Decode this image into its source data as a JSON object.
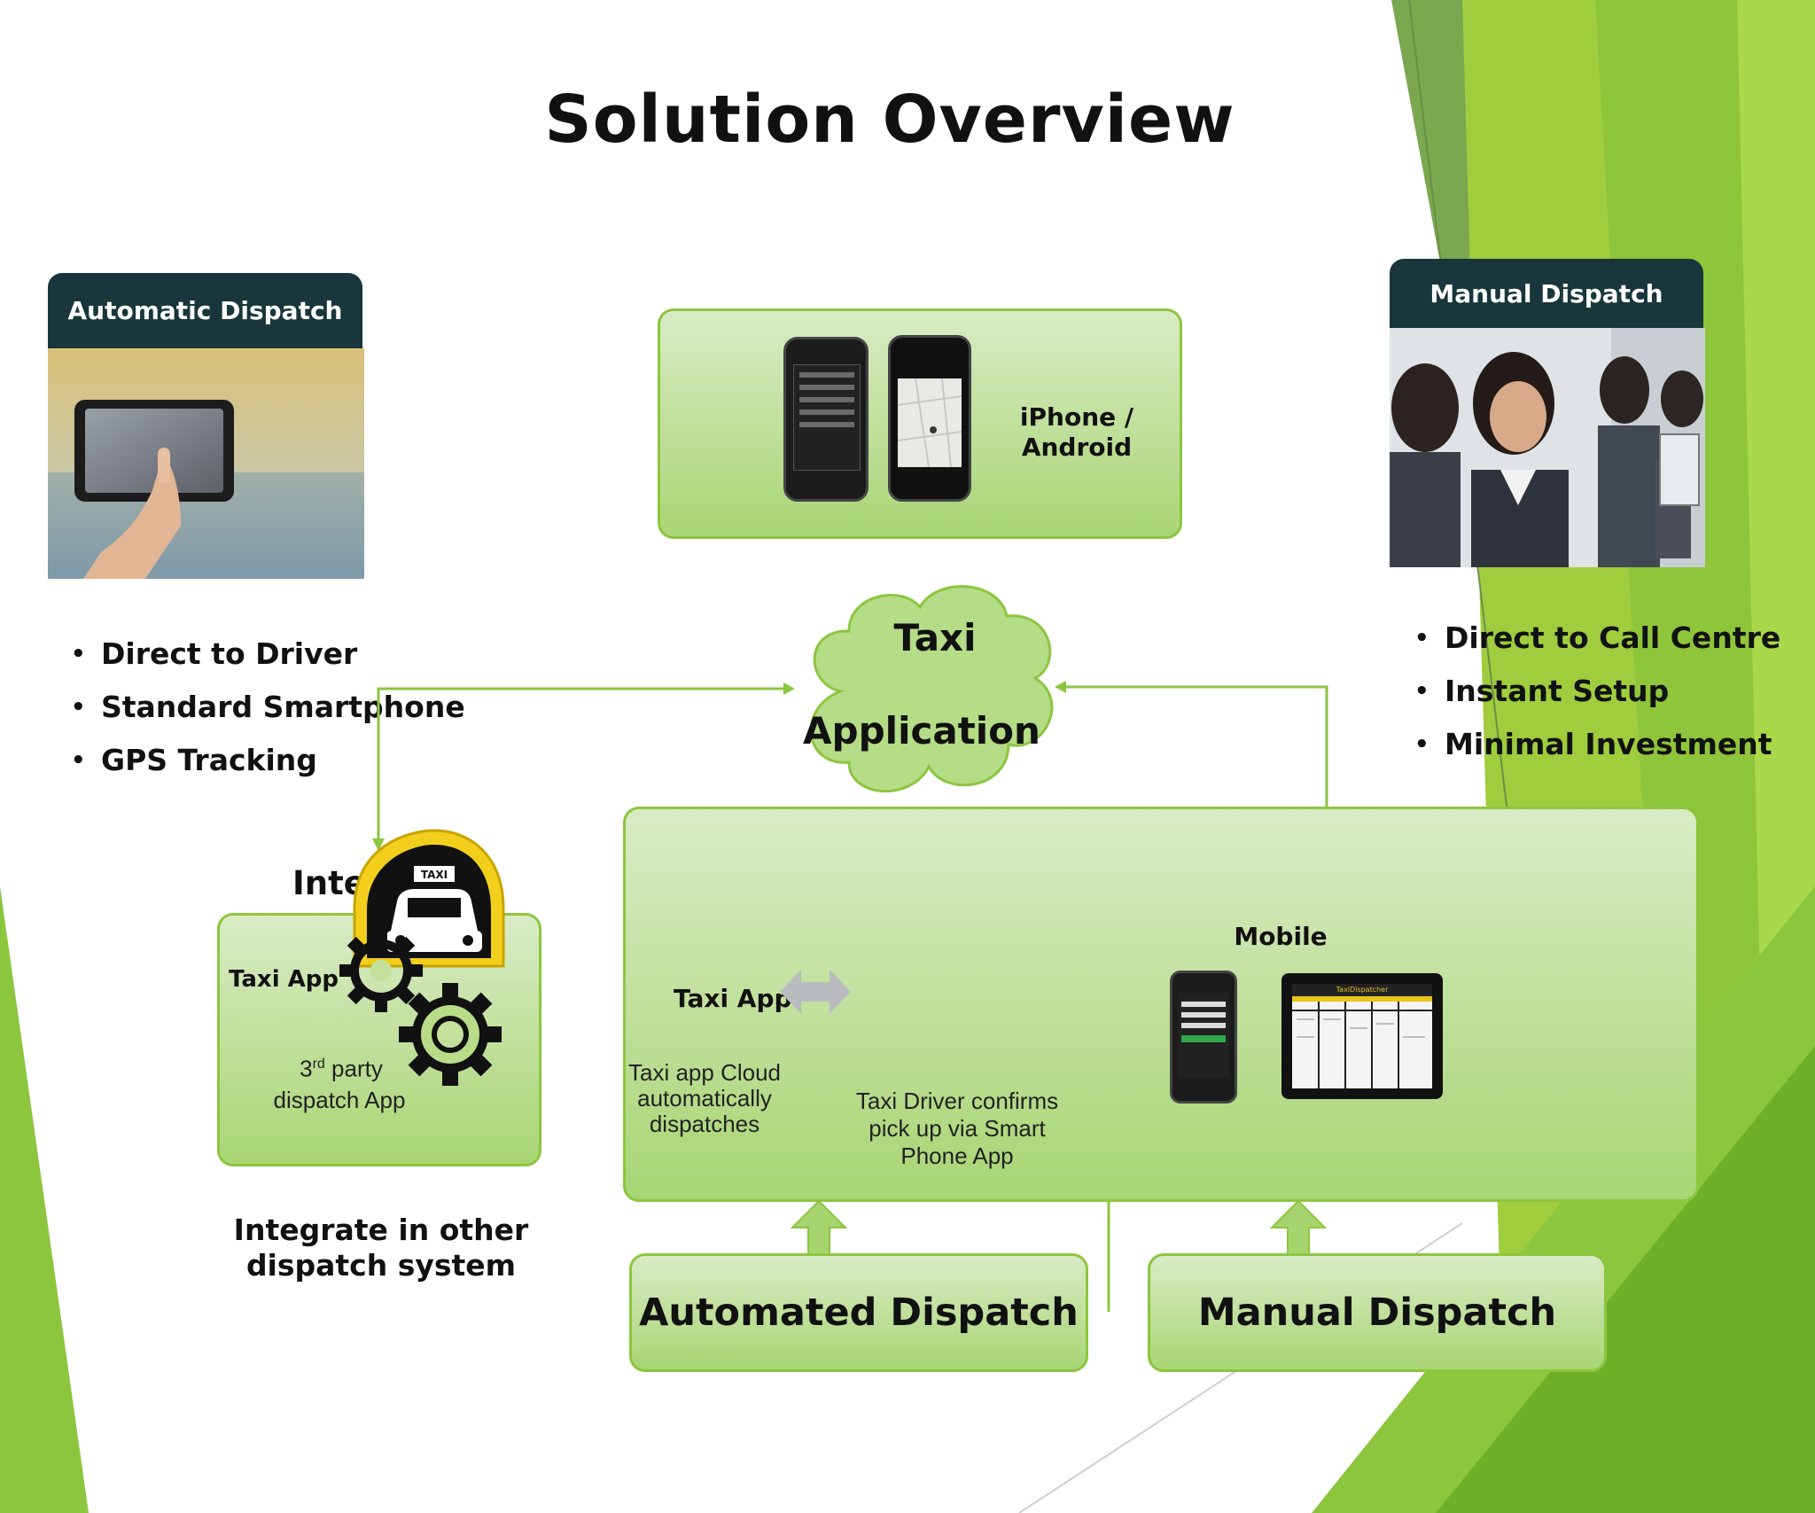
{
  "title": "Solution Overview",
  "auto_panel": {
    "header": "Automatic Dispatch",
    "bullets": [
      "Direct to Driver",
      "Standard Smartphone",
      "GPS Tracking"
    ]
  },
  "manual_panel": {
    "header": "Manual Dispatch",
    "bullets": [
      "Direct to Call Centre",
      "Instant Setup",
      "Minimal Investment"
    ]
  },
  "devices": {
    "label_line1": "iPhone /",
    "label_line2": "Android"
  },
  "cloud": {
    "line1": "Taxi",
    "line2": "Application"
  },
  "integration": {
    "heading": "Inte",
    "taxi_app": "Taxi App",
    "third_party_prefix": "3",
    "third_party_sup": "rd",
    "third_party_suffix": " party",
    "dispatch_app": "dispatch App",
    "caption_line1": "Integrate in other",
    "caption_line2": "dispatch system",
    "taxi_sign": "TAXI"
  },
  "main_box": {
    "mobile_label": "Mobile",
    "taxi_app_label": "Taxi App",
    "cloud_text": [
      "Taxi app Cloud",
      "automatically",
      "dispatches"
    ],
    "driver_text": [
      "Taxi Driver  confirms",
      "pick up  via Smart",
      "Phone  App"
    ],
    "tablet_title": "TaxiDispatcher"
  },
  "buttons": {
    "automated": "Automated Dispatch",
    "manual": "Manual Dispatch"
  },
  "colors": {
    "accent_green": "#8cc63f",
    "dark_teal": "#18363c",
    "badge_yellow": "#f2cf1d"
  }
}
